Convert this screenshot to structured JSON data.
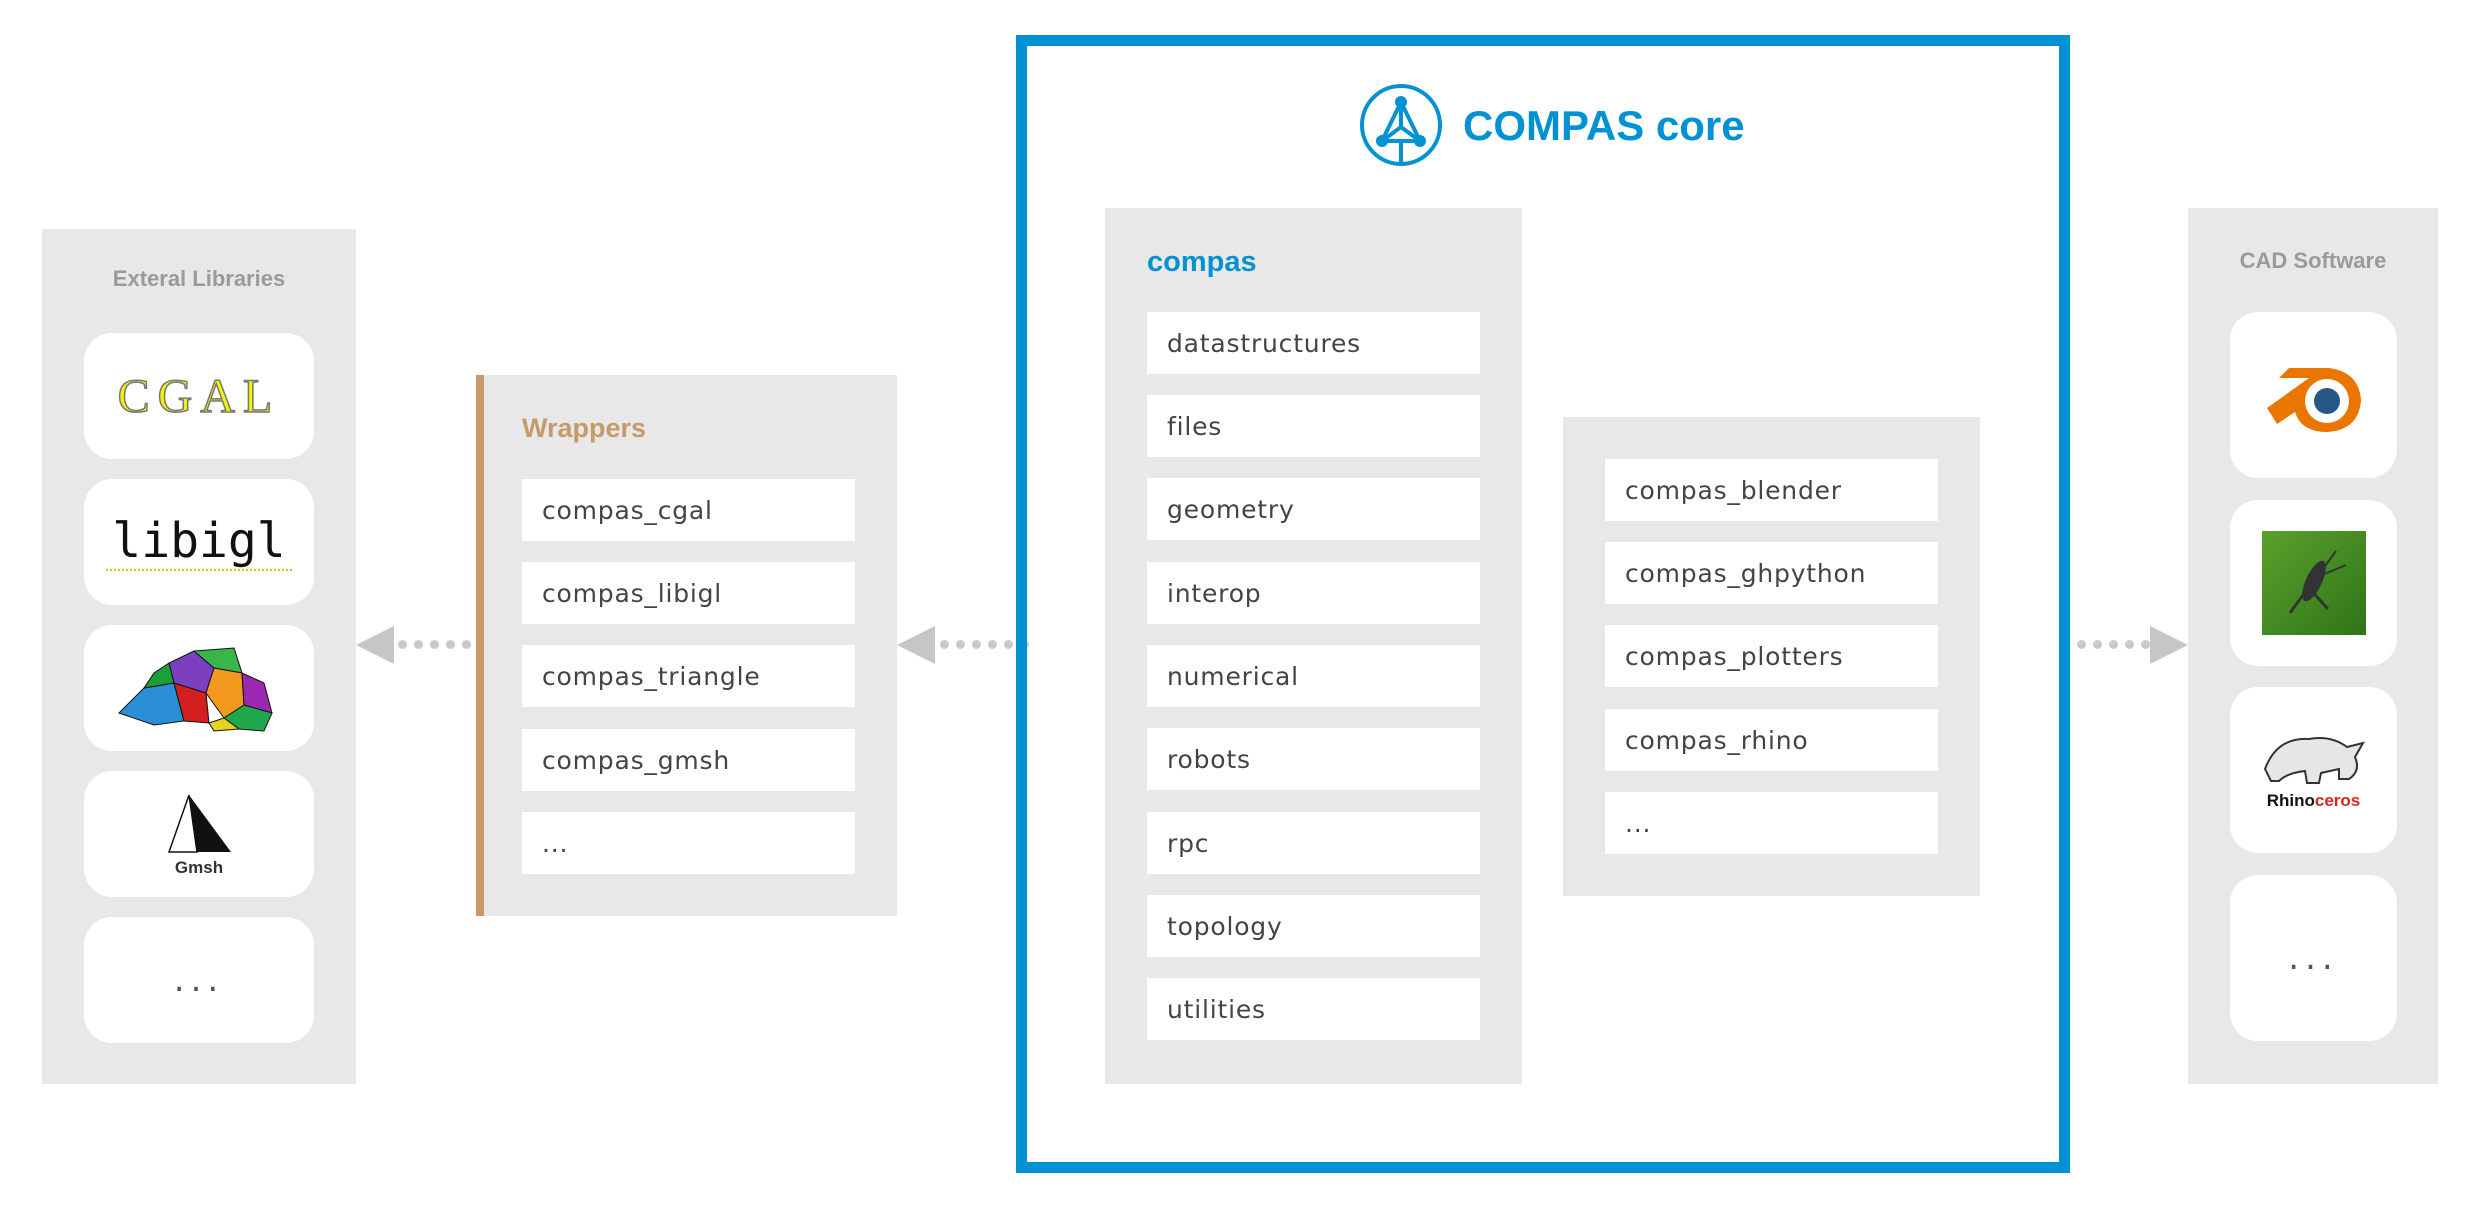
{
  "external_libraries": {
    "title": "Exteral Libraries",
    "logos": {
      "cgal": "CGAL",
      "libigl": "libigl",
      "gmsh": "Gmsh"
    },
    "more": "..."
  },
  "wrappers": {
    "title": "Wrappers",
    "items": [
      "compas_cgal",
      "compas_libigl",
      "compas_triangle",
      "compas_gmsh",
      "..."
    ]
  },
  "compas_core": {
    "title": "COMPAS core",
    "accent_color": "#0092d2",
    "compas": {
      "title": "compas",
      "items": [
        "datastructures",
        "files",
        "geometry",
        "interop",
        "numerical",
        "robots",
        "rpc",
        "topology",
        "utilities"
      ]
    },
    "plugins": {
      "items": [
        "compas_blender",
        "compas_ghpython",
        "compas_plotters",
        "compas_rhino",
        "..."
      ]
    }
  },
  "cad_software": {
    "title": "CAD Software",
    "logos": {
      "blender": "blender-logo",
      "grasshopper": "grasshopper-logo",
      "rhino": "Rhinoceros"
    },
    "more": "..."
  },
  "colors": {
    "wrappers_accent": "#c8996a",
    "panel_bg": "#e8e8e8",
    "arrow": "#c6c6c6"
  }
}
